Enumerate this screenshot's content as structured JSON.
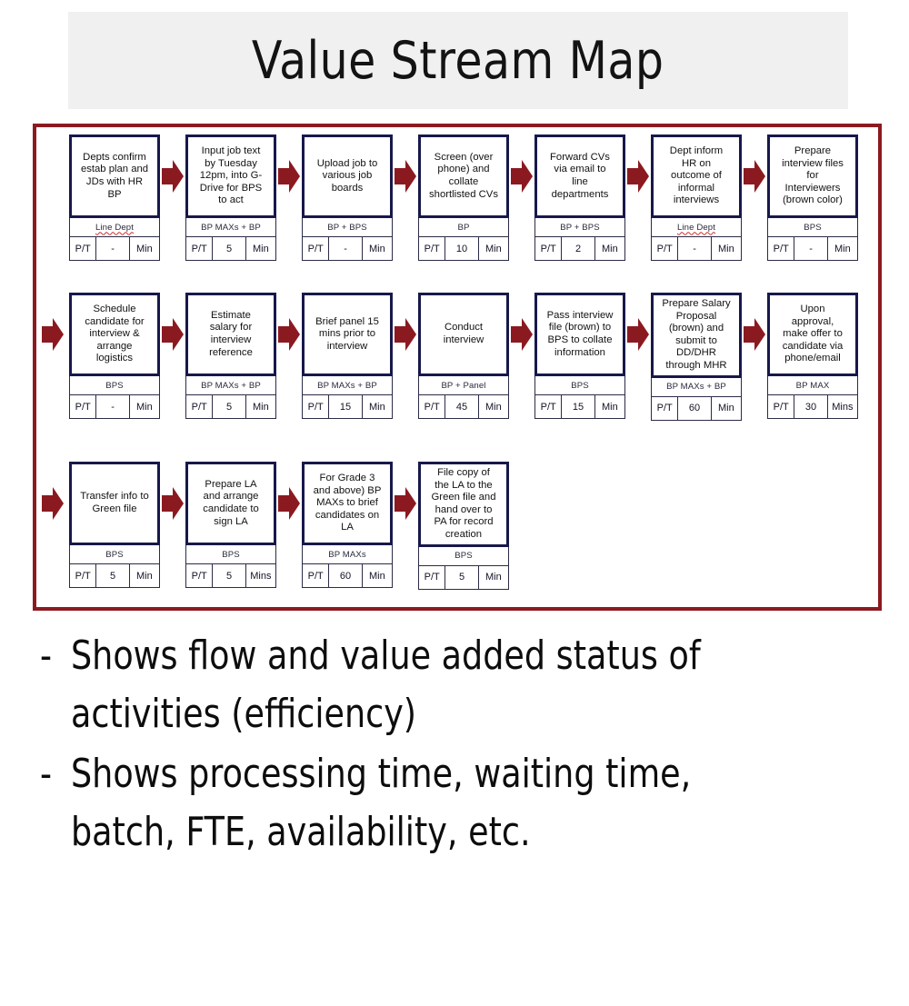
{
  "title": "Value Stream Map",
  "colors": {
    "title_band_bg": "#f0f0f0",
    "frame_border": "#8b1a20",
    "box_border": "#17184a",
    "arrow_fill": "#8b1a20",
    "text": "#121212"
  },
  "metrics_header": {
    "pt_label": "P/T"
  },
  "rows": [
    {
      "id": "row-1",
      "lead_arrow": false,
      "steps": [
        {
          "title": "Depts confirm\nestab plan and\nJDs with HR\nBP",
          "role": "Line Dept",
          "role_squiggle": true,
          "pt": "P/T",
          "value": "-",
          "unit": "Min"
        },
        {
          "title": "Input job text\nby Tuesday\n12pm, into G-\nDrive for BPS\nto act",
          "role": "BP MAXs + BP",
          "role_squiggle": false,
          "pt": "P/T",
          "value": "5",
          "unit": "Min"
        },
        {
          "title": "Upload job to\nvarious job\nboards",
          "role": "BP + BPS",
          "role_squiggle": false,
          "pt": "P/T",
          "value": "-",
          "unit": "Min"
        },
        {
          "title": "Screen (over\nphone) and\ncollate\nshortlisted CVs",
          "role": "BP",
          "role_squiggle": false,
          "pt": "P/T",
          "value": "10",
          "unit": "Min"
        },
        {
          "title": "Forward CVs\nvia email  to\nline\ndepartments",
          "role": "BP + BPS",
          "role_squiggle": false,
          "pt": "P/T",
          "value": "2",
          "unit": "Min"
        },
        {
          "title": "Dept inform\nHR on\noutcome of\ninformal\ninterviews",
          "role": "Line Dept",
          "role_squiggle": true,
          "pt": "P/T",
          "value": "-",
          "unit": "Min"
        },
        {
          "title": "Prepare\ninterview files\nfor\nInterviewers\n(brown color)",
          "role": "BPS",
          "role_squiggle": false,
          "pt": "P/T",
          "value": "-",
          "unit": "Min"
        }
      ]
    },
    {
      "id": "row-2",
      "lead_arrow": true,
      "steps": [
        {
          "title": "Schedule\ncandidate for\ninterview &\narrange\nlogistics",
          "role": "BPS",
          "role_squiggle": false,
          "pt": "P/T",
          "value": "-",
          "unit": "Min"
        },
        {
          "title": "Estimate\nsalary for\ninterview\nreference",
          "role": "BP MAXs + BP",
          "role_squiggle": false,
          "pt": "P/T",
          "value": "5",
          "unit": "Min"
        },
        {
          "title": "Brief panel 15\nmins prior to\ninterview",
          "role": "BP MAXs + BP",
          "role_squiggle": false,
          "pt": "P/T",
          "value": "15",
          "unit": "Min"
        },
        {
          "title": "Conduct\ninterview",
          "role": "BP + Panel",
          "role_squiggle": false,
          "pt": "P/T",
          "value": "45",
          "unit": "Min"
        },
        {
          "title": "Pass interview\nfile (brown) to\nBPS to collate\ninformation",
          "role": "BPS",
          "role_squiggle": false,
          "pt": "P/T",
          "value": "15",
          "unit": "Min"
        },
        {
          "title": "Prepare Salary\nProposal\n(brown) and\nsubmit to\nDD/DHR\nthrough MHR",
          "role": "BP MAXs + BP",
          "role_squiggle": false,
          "pt": "P/T",
          "value": "60",
          "unit": "Min"
        },
        {
          "title": "Upon\napproval,\nmake offer to\ncandidate via\nphone/email",
          "role": "BP MAX",
          "role_squiggle": false,
          "pt": "P/T",
          "value": "30",
          "unit": "Mins"
        }
      ]
    },
    {
      "id": "row-3",
      "lead_arrow": true,
      "steps": [
        {
          "title": "Transfer info to\nGreen file",
          "role": "BPS",
          "role_squiggle": false,
          "pt": "P/T",
          "value": "5",
          "unit": "Min"
        },
        {
          "title": "Prepare LA\nand arrange\ncandidate to\nsign LA",
          "role": "BPS",
          "role_squiggle": false,
          "pt": "P/T",
          "value": "5",
          "unit": "Mins"
        },
        {
          "title": "For Grade 3\nand above) BP\nMAXs to brief\ncandidates on\nLA",
          "role": "BP MAXs",
          "role_squiggle": false,
          "pt": "P/T",
          "value": "60",
          "unit": "Min"
        },
        {
          "title": "File copy of\nthe LA to the\nGreen file and\nhand over to\nPA for record\ncreation",
          "role": "BPS",
          "role_squiggle": false,
          "pt": "P/T",
          "value": "5",
          "unit": "Min"
        }
      ]
    }
  ],
  "bullets": [
    {
      "dash": "-",
      "text": "Shows flow and value added status of activities (efficiency)"
    },
    {
      "dash": "-",
      "text": "Shows processing time, waiting time, batch, FTE, availability, etc."
    }
  ]
}
